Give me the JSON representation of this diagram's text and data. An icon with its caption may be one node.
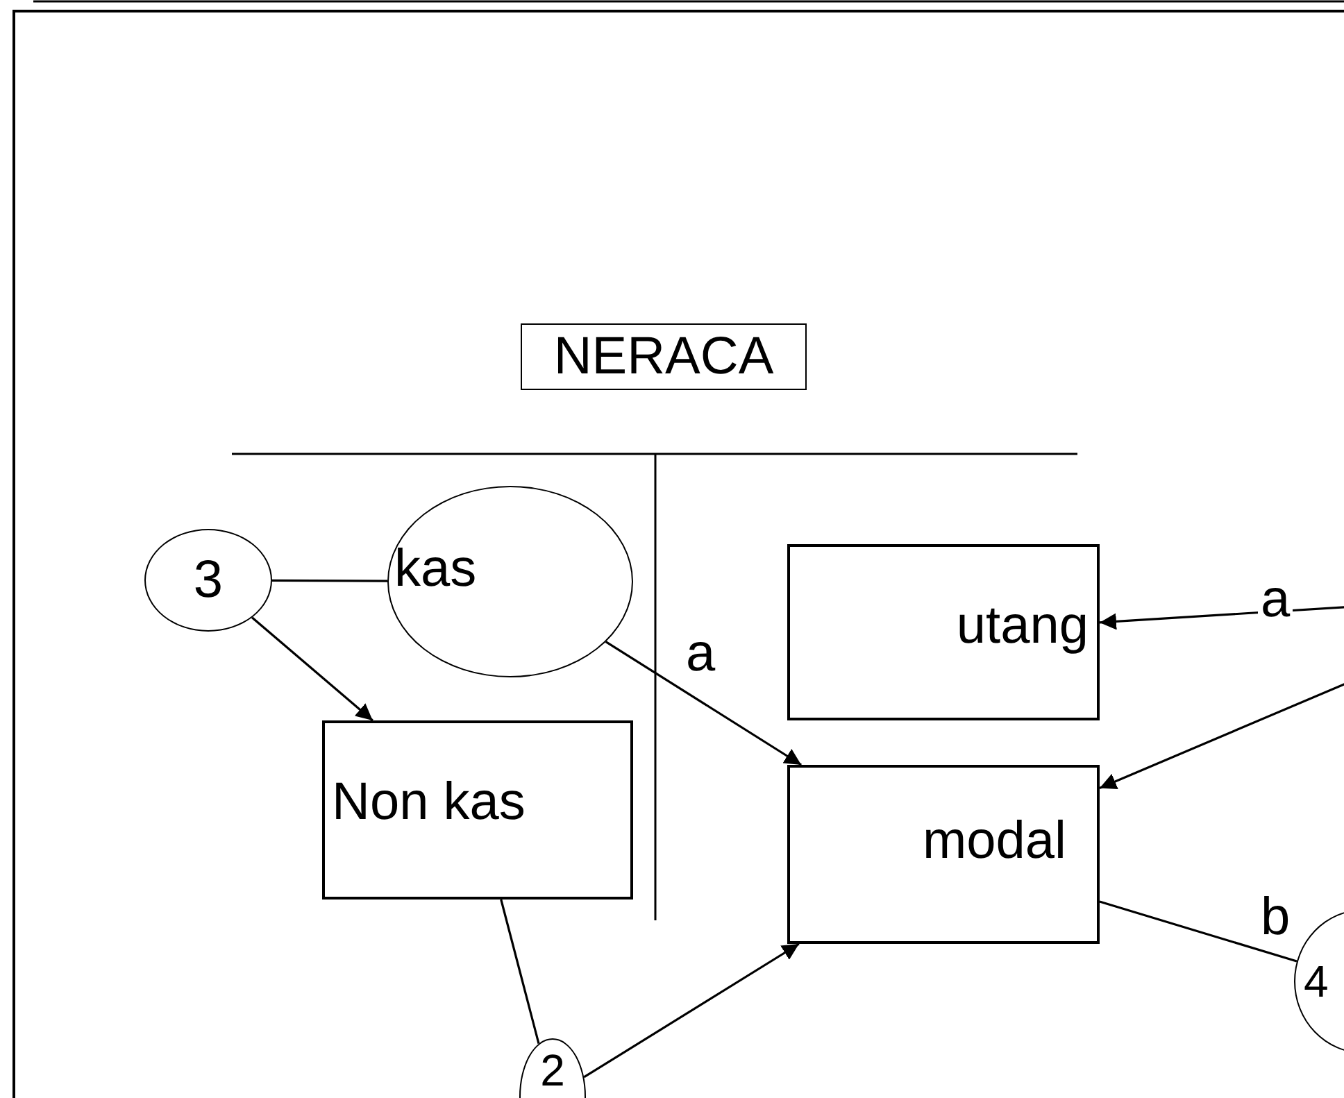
{
  "diagram": {
    "nodes": [
      {
        "text": [
          "NERACA"
        ]
      },
      {
        "text": [
          "3"
        ]
      },
      {
        "text": [
          "kas"
        ]
      },
      {
        "text": [
          "Non kas"
        ]
      },
      {
        "text": [
          "utang"
        ]
      },
      {
        "text": [
          "modal"
        ]
      },
      {
        "text": [
          "2"
        ]
      },
      {
        "text": [
          "4"
        ]
      }
    ],
    "edges": [
      {
        "from": 1,
        "to": 2,
        "arrow": "none"
      },
      {
        "from": 1,
        "to": 3,
        "arrow": "to"
      },
      {
        "from": 2,
        "to": 5,
        "arrow": "to",
        "label": "a"
      },
      {
        "from": 3,
        "to": 6,
        "arrow": "none"
      },
      {
        "from": 6,
        "to": 5,
        "arrow": "to"
      },
      {
        "from": null,
        "to": 4,
        "arrow": "to",
        "label": "a"
      },
      {
        "from": null,
        "to": 5,
        "arrow": "to"
      },
      {
        "from": 7,
        "to": 5,
        "arrow": "none",
        "label": "b"
      }
    ]
  }
}
